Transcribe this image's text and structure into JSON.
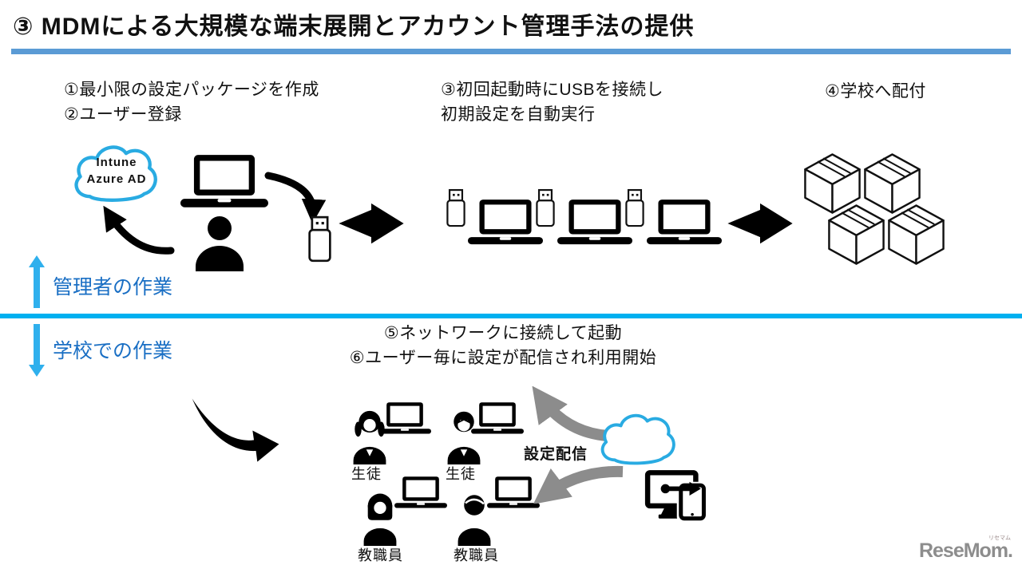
{
  "title": "③ MDMによる大規模な端末展開とアカウント管理手法の提供",
  "annotations": {
    "step12_line1": "①最小限の設定パッケージを作成",
    "step12_line2": "②ユーザー登録",
    "step3_line1": "③初回起動時にUSBを接続し",
    "step3_line2": "初期設定を自動実行",
    "step4": "④学校へ配付",
    "step56_line1": "⑤ネットワークに接続して起動",
    "step56_line2": "⑥ユーザー毎に設定が配信され利用開始",
    "distribution": "設定配信"
  },
  "cloud": {
    "line1": "Intune",
    "line2": "Azure AD"
  },
  "sections": {
    "admin": "管理者の作業",
    "school": "学校での作業"
  },
  "people": {
    "student": "生徒",
    "staff": "教職員"
  },
  "logo": {
    "text": "ReseMom.",
    "ruby": "リセマム"
  },
  "colors": {
    "title_rule": "#5B9BD5",
    "divider": "#00B0F0",
    "cloud_stroke": "#29ABE2",
    "section_text": "#1A6FC4",
    "section_arrow": "#2FB0ED",
    "gray_arrow": "#8C8C8C",
    "logo_gray": "#8D8D8D"
  }
}
